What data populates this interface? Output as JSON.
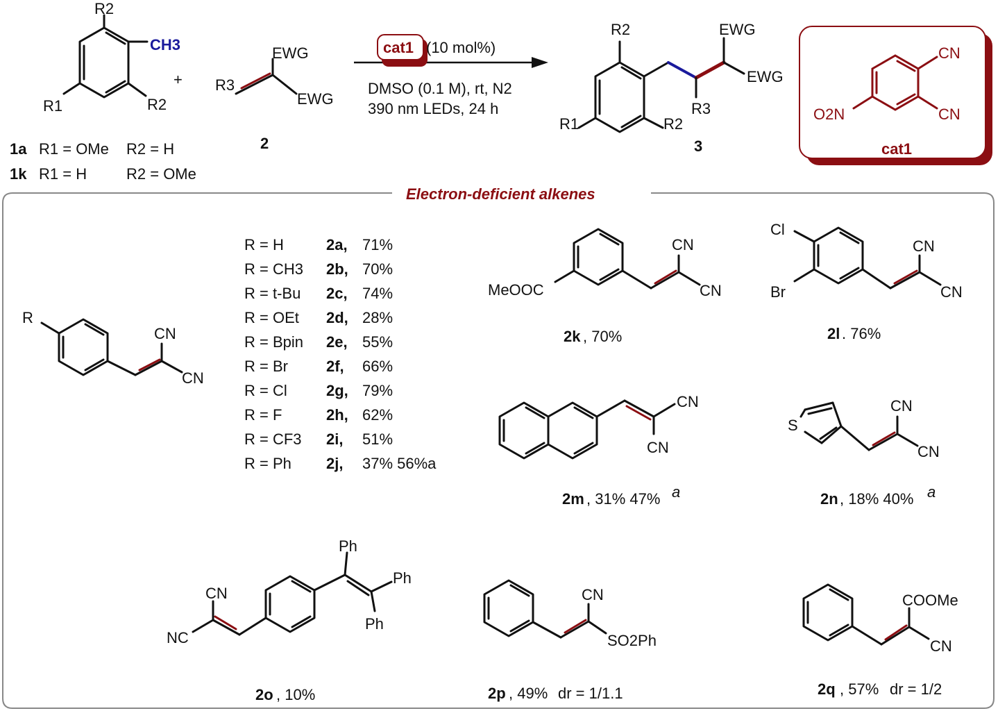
{
  "scheme": {
    "reactant_1": {
      "methyl_label": "CH3",
      "r1_label": "R1",
      "r2_label": "R2",
      "variants": [
        {
          "id": "1a",
          "r1": "R1 = OMe",
          "r2": "R2 = H"
        },
        {
          "id": "1k",
          "r1": "R1 = H",
          "r2": "R2 = OMe"
        }
      ]
    },
    "plus": "+",
    "reactant_2": {
      "id": "2",
      "r3_label": "R3",
      "ewg_top": "EWG",
      "ewg_bottom": "EWG"
    },
    "conditions": {
      "catalyst_tag": "cat1",
      "loading": "(10 mol%)",
      "line1": "DMSO (0.1 M), rt, N2",
      "line2": "390 nm LEDs, 24 h"
    },
    "product": {
      "id": "3",
      "ewg_top": "EWG",
      "ewg_right": "EWG",
      "r1_label": "R1",
      "r2_label": "R2",
      "r3_label": "R3"
    },
    "catalyst": {
      "label": "cat1",
      "cn_top": "CN",
      "cn_bottom": "CN",
      "nitro": "O2N"
    },
    "colors": {
      "accent": "#8b0e12",
      "methyl_blue": "#1a1a9c",
      "panel_border": "#888888"
    }
  },
  "scope": {
    "title": "Electron-deficient alkenes",
    "generic": {
      "r_label": "R",
      "cn_top": "CN",
      "cn_bottom": "CN"
    },
    "table": [
      {
        "r": "R = H",
        "id": "2a,",
        "yield": "71%"
      },
      {
        "r": "R = CH3",
        "id": "2b,",
        "yield": "70%"
      },
      {
        "r": "R = t-Bu",
        "id": "2c,",
        "yield": "74%"
      },
      {
        "r": "R = OEt",
        "id": "2d,",
        "yield": "28%"
      },
      {
        "r": "R = Bpin",
        "id": "2e,",
        "yield": "55%"
      },
      {
        "r": "R = Br",
        "id": "2f,",
        "yield": "66%"
      },
      {
        "r": "R = Cl",
        "id": "2g,",
        "yield": "79%"
      },
      {
        "r": "R = F",
        "id": "2h,",
        "yield": "62%"
      },
      {
        "r": "R = CF3",
        "id": "2i,",
        "yield": "51%"
      },
      {
        "r": "R = Ph",
        "id": "2j,",
        "yield": "37% 56%a"
      }
    ],
    "compounds": {
      "k": {
        "id": "2k",
        "caption": ", 70%",
        "substituent": "MeOOC",
        "cn1": "CN",
        "cn2": "CN"
      },
      "l": {
        "id": "2l",
        "caption": ". 76%",
        "cl": "Cl",
        "br": "Br",
        "cn1": "CN",
        "cn2": "CN"
      },
      "m": {
        "id": "2m",
        "caption": ", 31% 47%",
        "note": "a",
        "cn1": "CN",
        "cn2": "CN"
      },
      "n": {
        "id": "2n",
        "caption": ", 18% 40%",
        "note": "a",
        "s": "S",
        "cn1": "CN",
        "cn2": "CN"
      },
      "o": {
        "id": "2o",
        "caption": ", 10%",
        "ph1": "Ph",
        "ph2": "Ph",
        "ph3": "Ph",
        "cn": "CN",
        "nc": "NC"
      },
      "p": {
        "id": "2p",
        "caption": ", 49%",
        "dr": "dr = 1/1.1",
        "cn": "CN",
        "so2ph": "SO2Ph"
      },
      "q": {
        "id": "2q",
        "caption": ", 57%",
        "dr": "dr = 1/2",
        "ester": "COOMe",
        "cn": "CN"
      }
    }
  }
}
